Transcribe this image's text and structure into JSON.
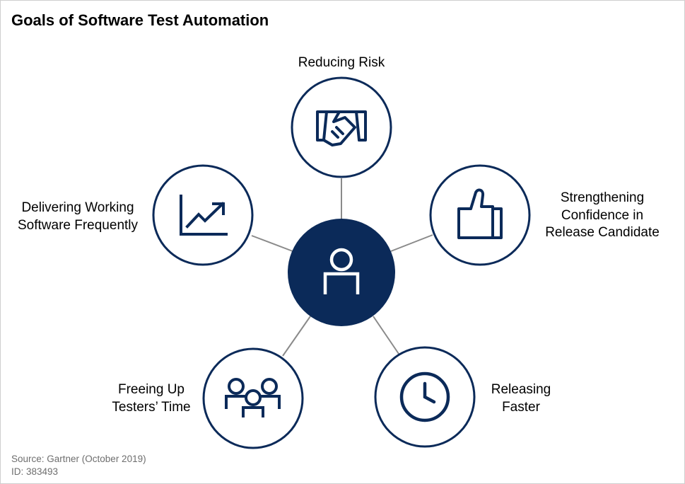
{
  "title": "Goals of Software Test Automation",
  "colors": {
    "navy": "#0b2a59",
    "connector": "#8a8a8a",
    "circle_fill": "#ffffff"
  },
  "center": {
    "icon": "person-icon"
  },
  "goals": [
    {
      "id": "reducing-risk",
      "lines": [
        "Reducing Risk"
      ],
      "icon": "handshake-icon"
    },
    {
      "id": "strengthening-confidence",
      "lines": [
        "Strengthening",
        "Confidence in",
        "Release Candidate"
      ],
      "icon": "thumbs-up-icon"
    },
    {
      "id": "releasing-faster",
      "lines": [
        "Releasing",
        "Faster"
      ],
      "icon": "clock-icon"
    },
    {
      "id": "freeing-up-testers-time",
      "lines": [
        "Freeing Up",
        "Testers’ Time"
      ],
      "icon": "people-group-icon"
    },
    {
      "id": "delivering-working-software",
      "lines": [
        "Delivering Working",
        "Software Frequently"
      ],
      "icon": "trend-chart-icon"
    }
  ],
  "footer": {
    "source": "Source: Gartner (October 2019)",
    "id": "ID: 383493"
  }
}
